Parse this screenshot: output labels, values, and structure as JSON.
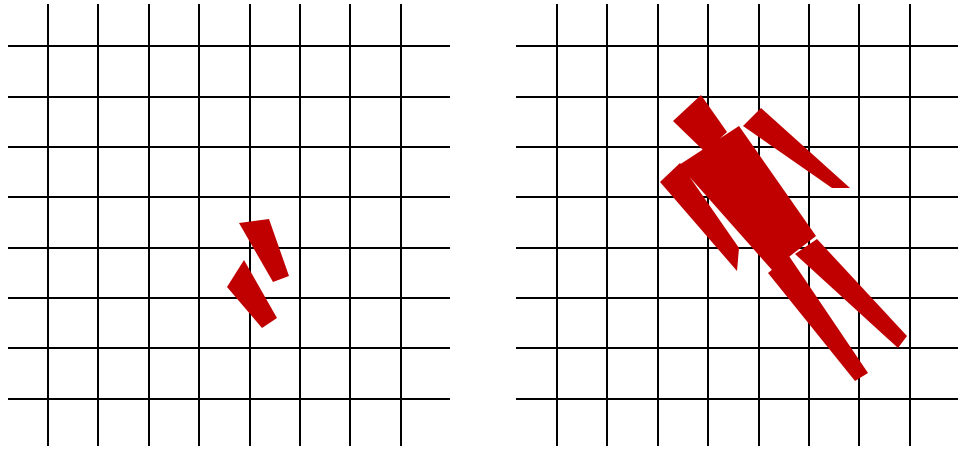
{
  "panels": [
    {
      "name": "left",
      "grid_columns": 9,
      "grid_rows": 8,
      "shapes": [
        "small-upper-piece",
        "small-lower-piece"
      ]
    },
    {
      "name": "right",
      "grid_columns": 9,
      "grid_rows": 8,
      "shapes": [
        "head",
        "torso",
        "right-arm",
        "left-arm",
        "left-leg",
        "right-leg"
      ]
    }
  ],
  "colors": {
    "figure_red": "#c00000",
    "grid_line": "#000000",
    "background": "#ffffff"
  }
}
